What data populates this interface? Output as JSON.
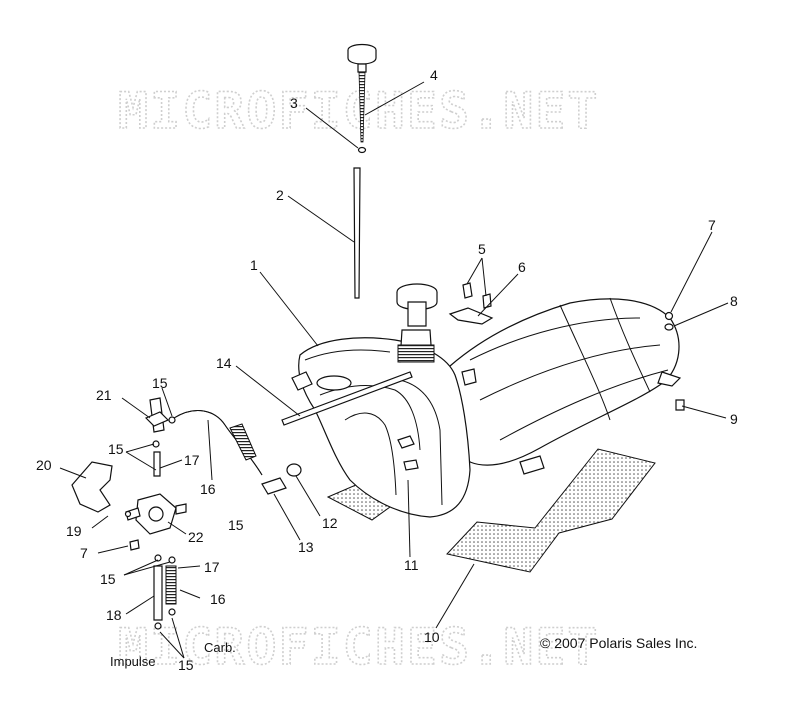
{
  "watermark": "MICROFICHES.NET",
  "copyright": "© 2007 Polaris Sales Inc.",
  "labels": {
    "impulse": "Impulse",
    "carb": "Carb."
  },
  "callouts": {
    "c1": "1",
    "c2": "2",
    "c3": "3",
    "c4": "4",
    "c5": "5",
    "c6": "6",
    "c7a": "7",
    "c7b": "7",
    "c8": "8",
    "c9": "9",
    "c10": "10",
    "c11": "11",
    "c12": "12",
    "c13": "13",
    "c14": "14",
    "c15a": "15",
    "c15b": "15",
    "c15c": "15",
    "c15d": "15",
    "c15e": "15",
    "c16a": "16",
    "c16b": "16",
    "c17a": "17",
    "c17b": "17",
    "c18": "18",
    "c19": "19",
    "c20": "20",
    "c21": "21",
    "c22": "22"
  }
}
